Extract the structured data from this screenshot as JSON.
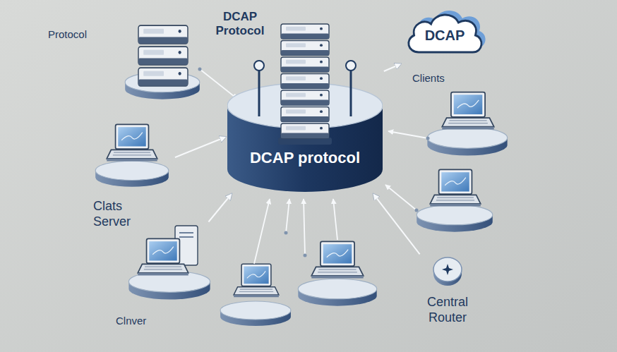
{
  "diagram": {
    "nodes": [
      {
        "text": [
          "DCAP",
          "Clients"
        ]
      },
      {
        "text": [
          "DCAP protocol"
        ]
      },
      {
        "text": [
          "Clats Server"
        ]
      },
      {
        "text": [
          "Clnver"
        ]
      },
      {
        "text": [
          "Central Router"
        ]
      }
    ],
    "edges": [
      {
        "from": 1,
        "to": 0,
        "arrow": "to"
      },
      {
        "from": 2,
        "to": 1,
        "arrow": "to"
      },
      {
        "from": 3,
        "to": 1,
        "arrow": "to"
      },
      {
        "from": 4,
        "to": 1,
        "arrow": "to"
      }
    ],
    "labels": [
      "Protocol",
      "DCAP Protocol"
    ]
  }
}
